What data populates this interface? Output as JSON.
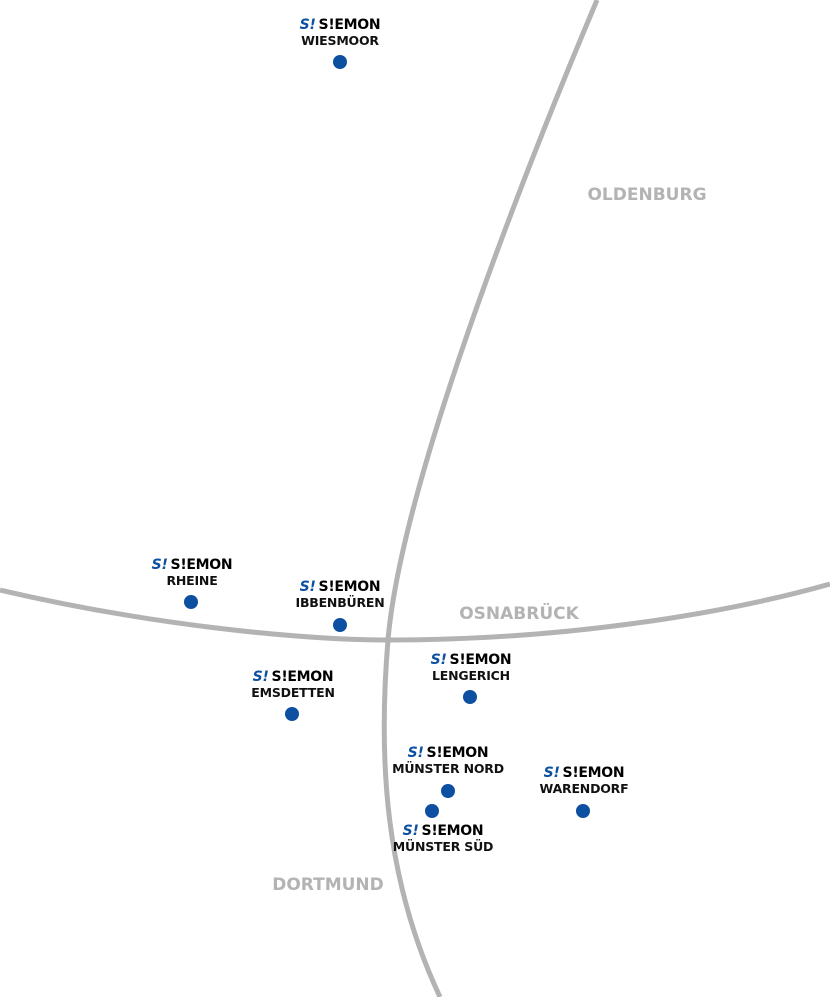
{
  "colors": {
    "brand": "#0d4fa0",
    "road": "#b3b3b3",
    "dot": "#0d4fa0"
  },
  "logo": {
    "mark": "S!",
    "word": "S!EMON"
  },
  "locations": [
    {
      "name": "WIESMOOR"
    },
    {
      "name": "RHEINE"
    },
    {
      "name": "IBBENBÜREN"
    },
    {
      "name": "EMSDETTEN"
    },
    {
      "name": "LENGERICH"
    },
    {
      "name": "MÜNSTER NORD"
    },
    {
      "name": "MÜNSTER SÜD"
    },
    {
      "name": "WARENDORF"
    }
  ],
  "cities": [
    "OLDENBURG",
    "OSNABRÜCK",
    "DORTMUND"
  ]
}
